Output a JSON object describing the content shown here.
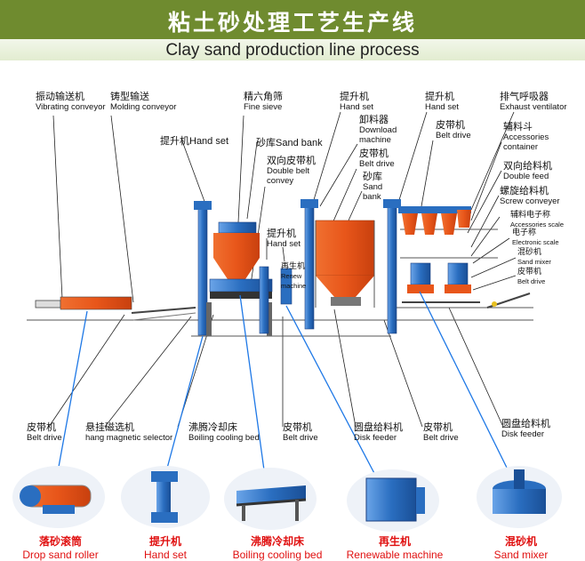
{
  "header": {
    "title_cn": "粘土砂处理工艺生产线",
    "title_en": "Clay sand production line process"
  },
  "colors": {
    "header": "#6f8b2f",
    "machine_blue": "#2a6ec0",
    "machine_orange": "#e8601c",
    "callout_line": "#1e78e6",
    "caption_red": "#e01010"
  },
  "labels": {
    "vibrating": {
      "cn": "振动输送机",
      "en": "Vibrating conveyor"
    },
    "molding": {
      "cn": "铸型输送",
      "en": "Molding conveyor"
    },
    "fine_sieve": {
      "cn": "精六角筛",
      "en": "Fine sieve"
    },
    "hoist1": {
      "cn": "提升机",
      "en": "Hand set"
    },
    "sand_bank1": {
      "cn": "砂库",
      "en": "Sand bank"
    },
    "double_belt": {
      "cn": "双向皮带机",
      "en1": "Double belt",
      "en2": "convey"
    },
    "hoist2": {
      "cn": "提升机",
      "en": "Hand set"
    },
    "remover": {
      "cn": "再生机",
      "en1": "Renew",
      "en2": "machine"
    },
    "hoist3": {
      "cn": "提升机",
      "en": "Hand set"
    },
    "unloader": {
      "cn": "卸料器",
      "en1": "Download",
      "en2": "machine"
    },
    "belt_top1": {
      "cn": "皮带机",
      "en": "Belt drive"
    },
    "sand_bank2": {
      "cn": "砂库",
      "en1": "Sand",
      "en2": "bank"
    },
    "hoist4": {
      "cn": "提升机",
      "en": "Hand set"
    },
    "belt_top2": {
      "cn": "皮带机",
      "en": "Belt drive"
    },
    "exhaust": {
      "cn": "排气呼吸器",
      "en": "Exhaust ventilator"
    },
    "accessories": {
      "cn": "辅料斗",
      "en1": "Accessories",
      "en2": "container"
    },
    "double_feed": {
      "cn": "双向给料机",
      "en": "Double feed"
    },
    "screw": {
      "cn": "螺旋给料机",
      "en": "Screw conveyer"
    },
    "acc_scale": {
      "cn": "辅料电子称",
      "en": "Accessories scale"
    },
    "e_scale": {
      "cn": "电子称",
      "en": "Electronic scale"
    },
    "mixer_small": {
      "cn": "混砂机",
      "en": "Sand mixer"
    },
    "belt_small": {
      "cn": "皮带机",
      "en": "Belt drive"
    },
    "belt_b1": {
      "cn": "皮带机",
      "en": "Belt drive"
    },
    "magnetic": {
      "cn": "悬挂磁选机",
      "en": "hang magnetic selector"
    },
    "boiling": {
      "cn": "沸腾冷却床",
      "en": "Boiling cooling bed"
    },
    "belt_b2": {
      "cn": "皮带机",
      "en": "Belt drive"
    },
    "disk1": {
      "cn": "圆盘给料机",
      "en": "Disk feeder"
    },
    "belt_b3": {
      "cn": "皮带机",
      "en": "Belt drive"
    },
    "disk2": {
      "cn": "圆盘给料机",
      "en": "Disk feeder"
    }
  },
  "bottom": [
    {
      "cn": "落砂滚筒",
      "en": "Drop sand roller"
    },
    {
      "cn": "提升机",
      "en": "Hand set"
    },
    {
      "cn": "沸腾冷却床",
      "en": "Boiling cooling bed"
    },
    {
      "cn": "再生机",
      "en": "Renewable machine"
    },
    {
      "cn": "混砂机",
      "en": "Sand mixer"
    }
  ]
}
